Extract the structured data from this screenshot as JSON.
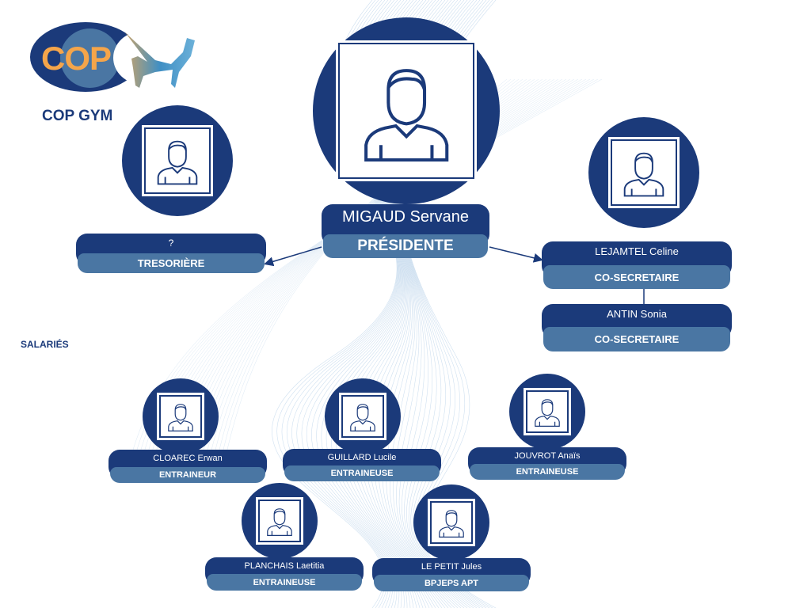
{
  "logo": {
    "text": "COP",
    "caption": "COP GYM"
  },
  "section_label": "SALARIÉS",
  "colors": {
    "navy": "#1b3a7a",
    "steel": "#4a76a3",
    "orange": "#f5a54a"
  },
  "members": [
    {
      "name": "MIGAUD Servane",
      "role": "PRÉSIDENTE"
    },
    {
      "name": "?",
      "role": "TRESORIÈRE"
    },
    {
      "name": "LEJAMTEL Celine",
      "role": "CO-SECRETAIRE"
    },
    {
      "name": "ANTIN Sonia",
      "role": "CO-SECRETAIRE"
    },
    {
      "name": "CLOAREC Erwan",
      "role": "ENTRAINEUR"
    },
    {
      "name": "GUILLARD Lucile",
      "role": "ENTRAINEUSE"
    },
    {
      "name": "JOUVROT Anaïs",
      "role": "ENTRAINEUSE"
    },
    {
      "name": "PLANCHAIS Laetitia",
      "role": "ENTRAINEUSE"
    },
    {
      "name": "LE PETIT Jules",
      "role": "BPJEPS APT"
    }
  ]
}
